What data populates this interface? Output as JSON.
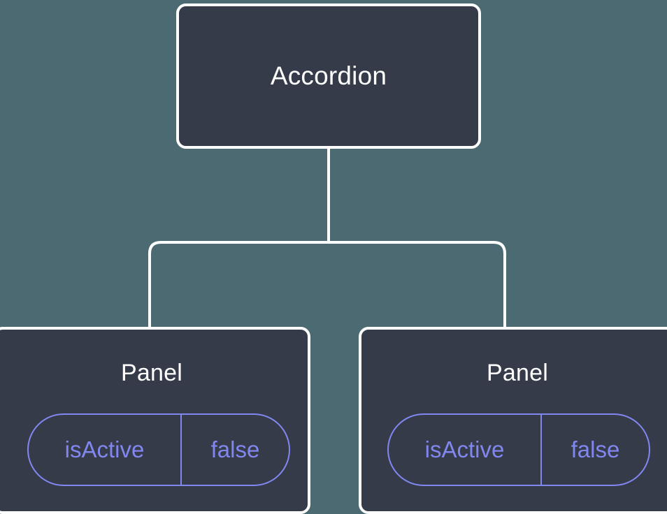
{
  "theme": {
    "background_color": "#4c6a72",
    "node_fill_color": "#353b49",
    "node_border_color": "#ffffff",
    "edge_color": "#ffffff",
    "chip_color": "#8287f0",
    "title_color": "#ffffff"
  },
  "tree": {
    "root": {
      "title": "Accordion"
    },
    "children": [
      {
        "title": "Panel",
        "state": {
          "key": "isActive",
          "value": "false"
        }
      },
      {
        "title": "Panel",
        "state": {
          "key": "isActive",
          "value": "false"
        }
      }
    ]
  }
}
